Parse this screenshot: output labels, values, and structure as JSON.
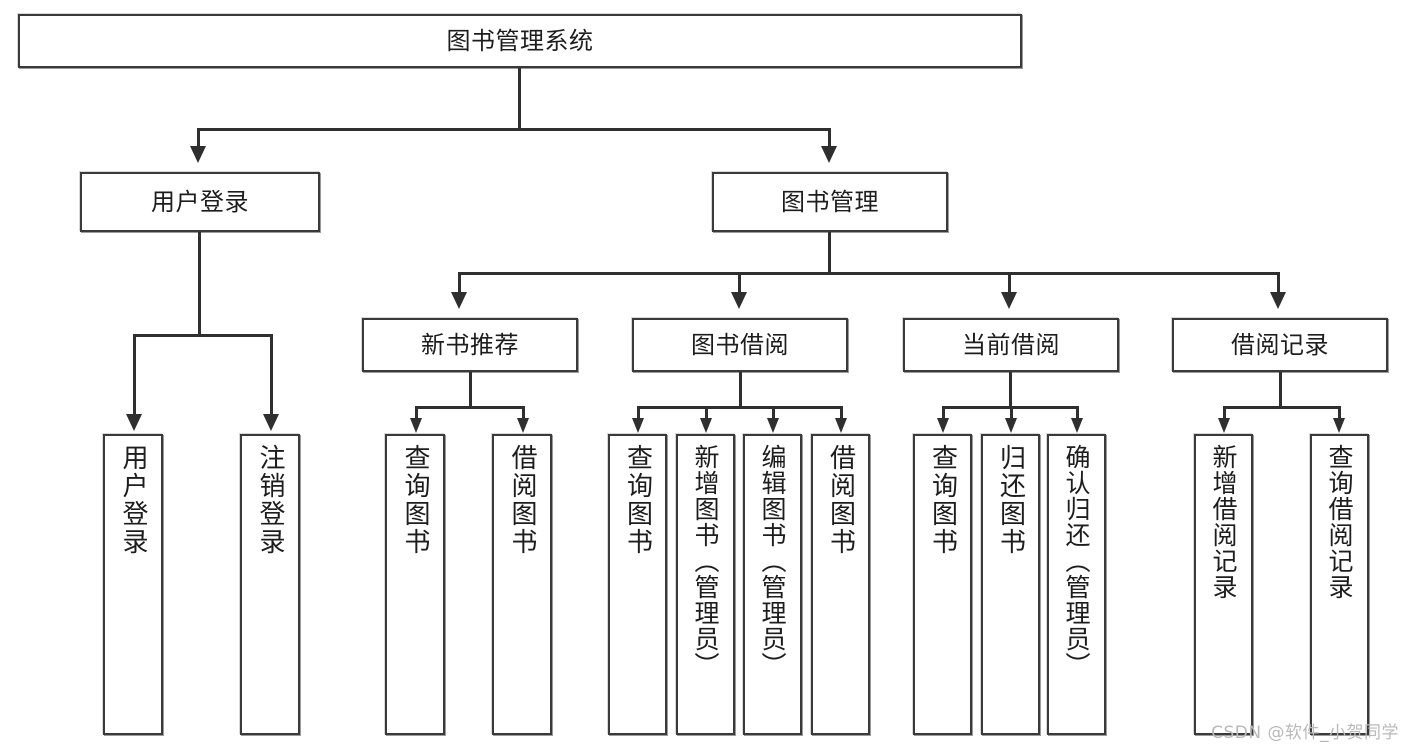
{
  "diagram": {
    "type": "tree-hierarchy",
    "title": "图书管理系统",
    "root": {
      "label": "图书管理系统"
    },
    "level1": [
      {
        "id": "user-login",
        "label": "用户登录"
      },
      {
        "id": "book-management",
        "label": "图书管理"
      }
    ],
    "level2": [
      {
        "id": "new-book-recommend",
        "label": "新书推荐",
        "parent": "book-management"
      },
      {
        "id": "book-borrow",
        "label": "图书借阅",
        "parent": "book-management"
      },
      {
        "id": "current-borrow",
        "label": "当前借阅",
        "parent": "book-management"
      },
      {
        "id": "borrow-record",
        "label": "借阅记录",
        "parent": "book-management"
      }
    ],
    "leaves": {
      "user-login": [
        {
          "id": "leaf-user-login",
          "label": "用户登录"
        },
        {
          "id": "leaf-logout",
          "label": "注销登录"
        }
      ],
      "new-book-recommend": [
        {
          "id": "leaf-query-book-1",
          "label": "查询图书"
        },
        {
          "id": "leaf-borrow-book-1",
          "label": "借阅图书"
        }
      ],
      "book-borrow": [
        {
          "id": "leaf-query-book-2",
          "label": "查询图书"
        },
        {
          "id": "leaf-add-book",
          "label": "新增图书（管理员）"
        },
        {
          "id": "leaf-edit-book",
          "label": "编辑图书（管理员）"
        },
        {
          "id": "leaf-borrow-book-2",
          "label": "借阅图书"
        }
      ],
      "current-borrow": [
        {
          "id": "leaf-query-book-3",
          "label": "查询图书"
        },
        {
          "id": "leaf-return-book",
          "label": "归还图书"
        },
        {
          "id": "leaf-confirm-return",
          "label": "确认归还（管理员）"
        }
      ],
      "borrow-record": [
        {
          "id": "leaf-add-record",
          "label": "新增借阅记录"
        },
        {
          "id": "leaf-query-record",
          "label": "查询借阅记录"
        }
      ]
    },
    "colors": {
      "border": "#3a3a3a",
      "connector": "#2f2f2f",
      "background": "#ffffff",
      "text": "#1d1d1d",
      "watermark": "#b9b9b9"
    }
  },
  "watermark": {
    "text": "CSDN @软件_小贺同学"
  }
}
